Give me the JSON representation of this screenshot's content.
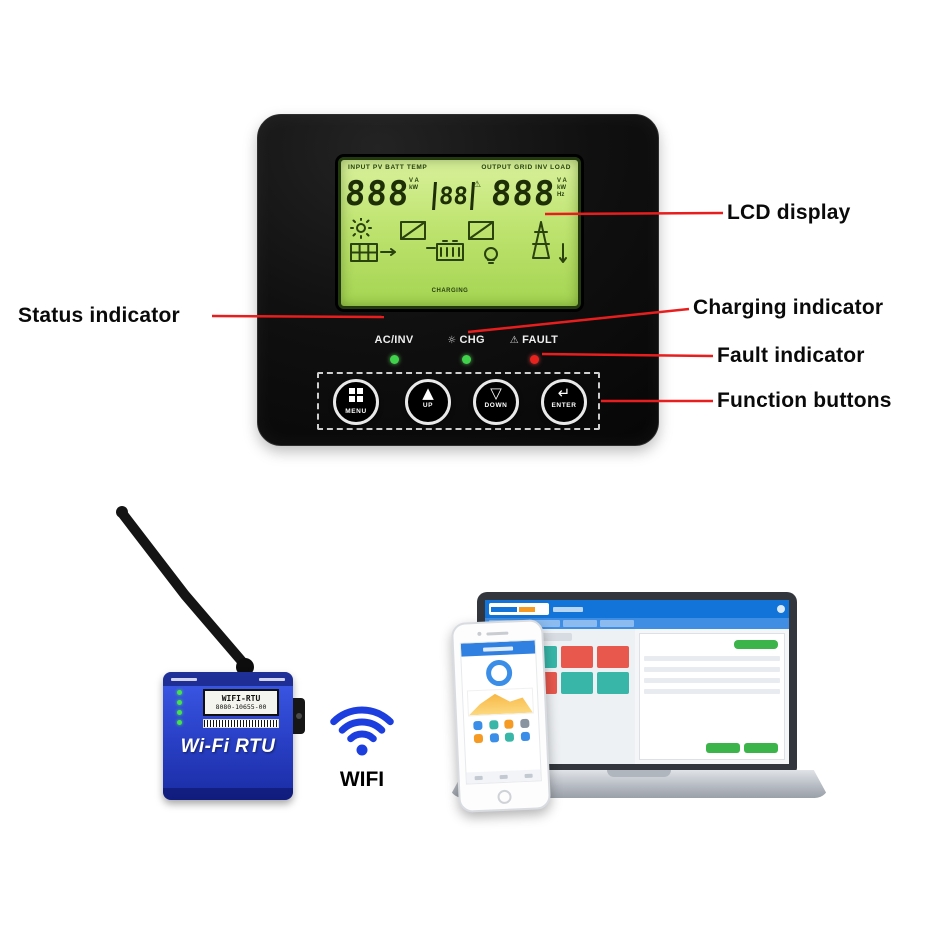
{
  "callouts": {
    "lcd_display": "LCD display",
    "status_indicator": "Status indicator",
    "charging_indicator": "Charging indicator",
    "fault_indicator": "Fault indicator",
    "function_buttons": "Function buttons"
  },
  "controller": {
    "lcd": {
      "top_left_labels": "INPUT  PV BATT TEMP",
      "top_right_labels": "OUTPUT GRID INV LOAD",
      "left_value": "888",
      "center_value": "88",
      "right_value": "888",
      "left_units": "V A kW",
      "right_units": "V A kW Hz",
      "charging_label": "CHARGING"
    },
    "indicators": [
      {
        "label": "AC/INV",
        "icon": "none",
        "color": "#3fd24a"
      },
      {
        "label": "CHG",
        "icon": "sun-circle",
        "color": "#3fd24a"
      },
      {
        "label": "FAULT",
        "icon": "warning-triangle",
        "color": "#e8231d"
      }
    ],
    "buttons": [
      {
        "label": "MENU",
        "icon": "menu-grid"
      },
      {
        "label": "UP",
        "icon": "triangle-up"
      },
      {
        "label": "DOWN",
        "icon": "triangle-down"
      },
      {
        "label": "ENTER",
        "icon": "enter-return"
      }
    ]
  },
  "wifi_module": {
    "display_line1": "WIFI-RTU",
    "display_line2": "8080-10655-00",
    "name": "Wi-Fi RTU"
  },
  "wifi_label": "WIFI",
  "colors": {
    "callout_line": "#e81e1e",
    "lcd_green": "#bfe470",
    "device_black": "#0c0c0c",
    "rtu_blue": "#2a41c8",
    "wifi_blue": "#1c3ede",
    "led_green": "#3fd24a",
    "led_red": "#e8231d"
  }
}
